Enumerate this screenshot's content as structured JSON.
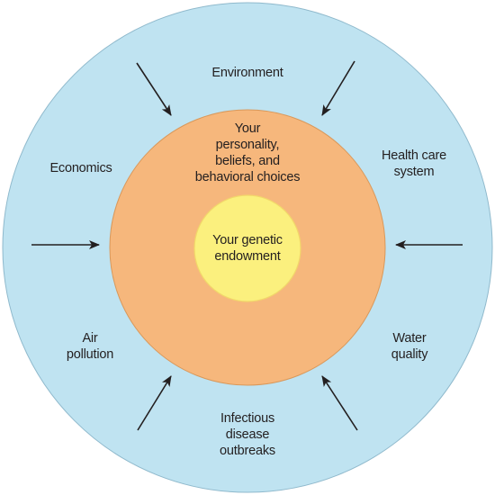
{
  "colors": {
    "outer_ring": "#bfe3f1",
    "middle_ring": "#f6b77c",
    "core": "#fbf07e",
    "arrows": "#231f20"
  },
  "outer_labels": {
    "environment": "Environment",
    "economics": "Economics",
    "health_care": [
      "Health care",
      "system"
    ],
    "air_pollution": [
      "Air",
      "pollution"
    ],
    "water_quality": [
      "Water",
      "quality"
    ],
    "infectious_disease": [
      "Infectious",
      "disease",
      "outbreaks"
    ]
  },
  "middle_label": [
    "Your",
    "personality,",
    "beliefs, and",
    "behavioral choices"
  ],
  "core_label": [
    "Your genetic",
    "endowment"
  ]
}
